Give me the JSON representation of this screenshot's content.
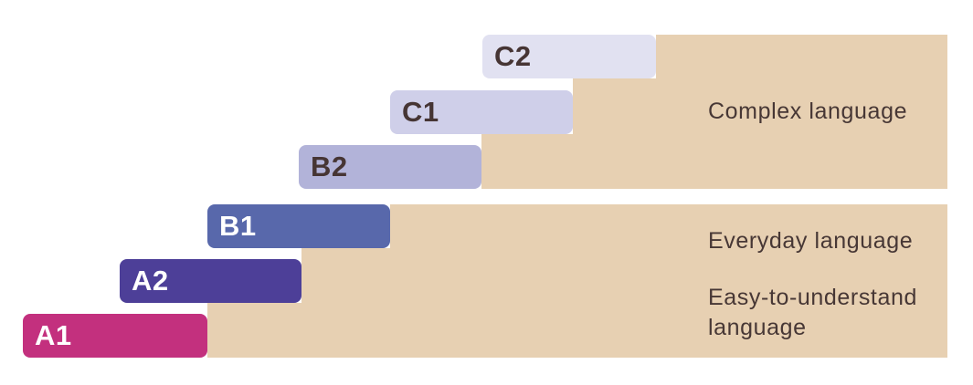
{
  "diagram": {
    "levels": [
      {
        "label": "A1",
        "bar_color": "#c3307e",
        "label_color": "#ffffff"
      },
      {
        "label": "A2",
        "bar_color": "#4d3f98",
        "label_color": "#ffffff"
      },
      {
        "label": "B1",
        "bar_color": "#5868ab",
        "label_color": "#ffffff"
      },
      {
        "label": "B2",
        "bar_color": "#b2b3d9",
        "label_color": "#463534"
      },
      {
        "label": "C1",
        "bar_color": "#cfcfe9",
        "label_color": "#463534"
      },
      {
        "label": "C2",
        "bar_color": "#e1e1f1",
        "label_color": "#463534"
      }
    ],
    "annotations": [
      {
        "text": "Complex language"
      },
      {
        "text": "Everyday language"
      },
      {
        "text": "Easy-to-understand language"
      }
    ],
    "colors": {
      "backdrop": "#e7d0b2",
      "annotation_text": "#473735",
      "page_background": "#ffffff"
    }
  }
}
